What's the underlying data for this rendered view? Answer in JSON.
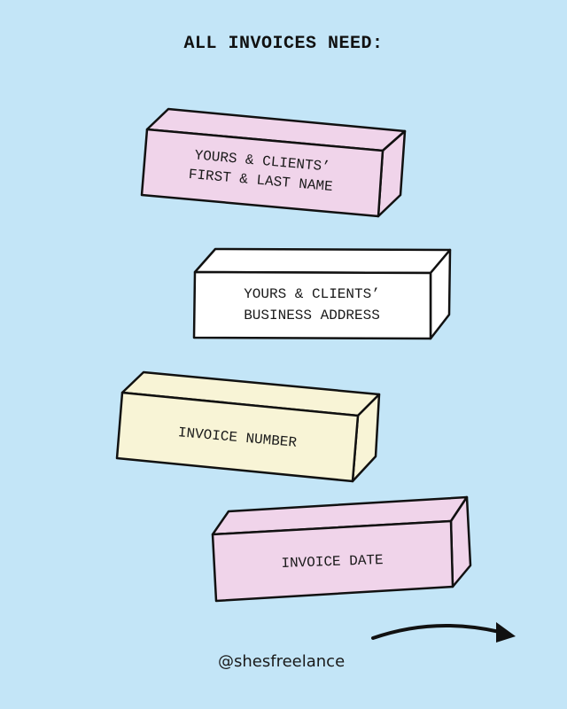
{
  "title": "ALL INVOICES NEED:",
  "blocks": [
    {
      "lines": [
        "YOURS & CLIENTS’",
        "FIRST & LAST NAME"
      ],
      "color": "#f0d4ea"
    },
    {
      "lines": [
        "YOURS & CLIENTS’",
        "BUSINESS ADDRESS"
      ],
      "color": "#ffffff"
    },
    {
      "lines": [
        "INVOICE NUMBER"
      ],
      "color": "#f8f4d6"
    },
    {
      "lines": [
        "INVOICE DATE"
      ],
      "color": "#f0d4ea"
    }
  ],
  "handle": "@shesfreelance",
  "icons": {
    "next": "arrow-right-icon"
  },
  "colors": {
    "background": "#c3e5f7",
    "stroke": "#111111"
  }
}
